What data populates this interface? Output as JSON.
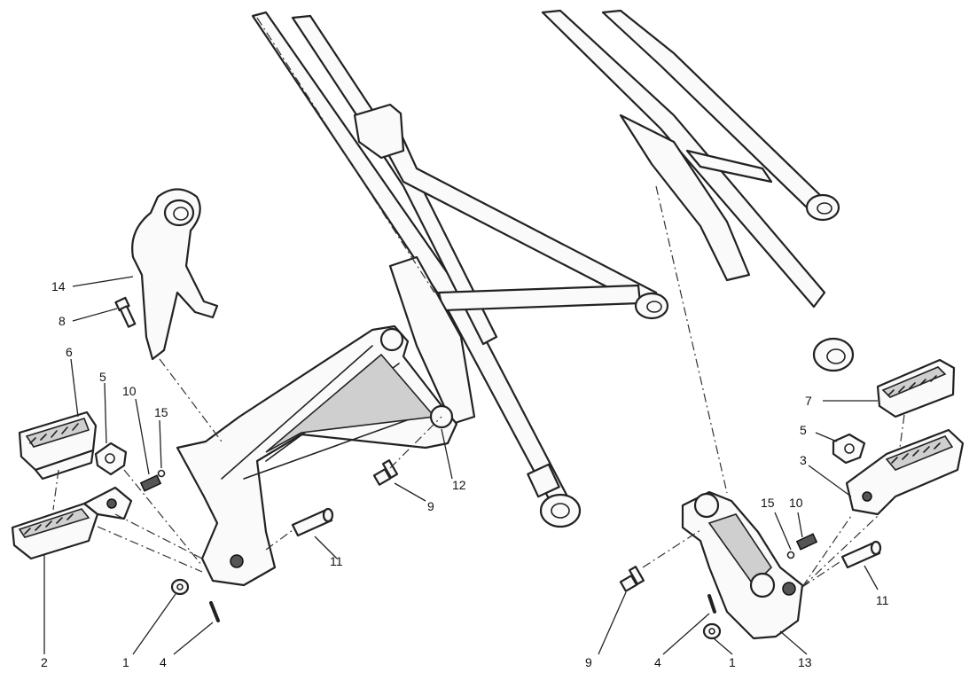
{
  "callouts": {
    "c14": "14",
    "c8": "8",
    "c6": "6",
    "c5_left": "5",
    "c10_left": "10",
    "c15_left": "15",
    "c2": "2",
    "c1_left": "1",
    "c4_left": "4",
    "c11_left": "11",
    "c9_left": "9",
    "c12": "12",
    "c7": "7",
    "c5_right": "5",
    "c3": "3",
    "c15_right": "15",
    "c10_right": "10",
    "c11_right": "11",
    "c9_right": "9",
    "c4_right": "4",
    "c1_right": "1",
    "c13": "13"
  }
}
